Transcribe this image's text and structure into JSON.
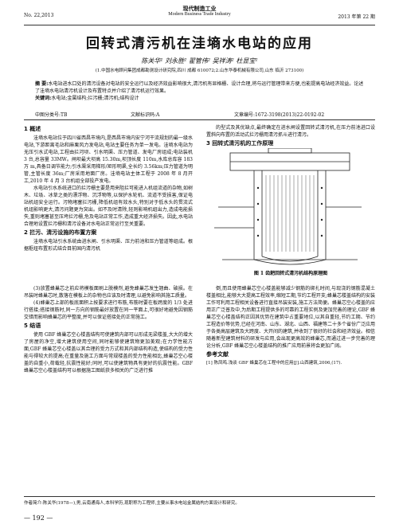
{
  "header": {
    "journal_cn": "现代制造工业",
    "journal_en": "Modern Business Trade Industry",
    "left": "No. 22,2013",
    "right": "2013 年第 22 期"
  },
  "title": "回转式清污机在洼墒水电站的应用",
  "authors": "陈关华¹  刘永胜²  翟管伟²  吴祥涛²  杜显宝²",
  "affiliation": "(1.中国水电顾问集团成都勘测设计研究院,四川 成都 610072;2.山东华泰机械有限公司,山东 临沂 273100)",
  "abstract": {
    "label": "摘  要:",
    "text": "水电站进水口处的清污设备对电站的安全运行以及经济效益影响很大,清污机有显格栅、设计合理,将与运行管理带来方便,也能提高电站经济效益。论述了洼墒水电站清污机设计及布置特点并介绍了清污机运行效果。",
    "kw_label": "关键词:",
    "keywords": "水电站;金属结构;拦污栅;清污机;结构设计"
  },
  "meta": {
    "clc": "中图分类号:TB",
    "doc_code": "文献标识码:A",
    "article_no": "文章编号:1672-3198(2013)22-0192-02"
  },
  "col1": {
    "s1": "1  概述",
    "p1": "洼墒水电站位于四川省西昌市境内,是西昌市境内安宁河干流规划的最一级水电站,下游距离毛站和麻栗风力发电站,电站主要任务为单一发电。洼墒水电站为无压引水式电站,工程由拦河坝、引水明渠、压力管道、发电厂房组成;电站装机 3 台,总容量 33MW。闸坝最大坝高 15.30m,坝顶长度 110m,水库总库容 183 万 m,具备日调节能力;引水渠采用梯形/矩形明渠,全长约 3.56km;压力管道为明管,主管长度 36m;厂房采用地面厂房。洼墒电站主体工程于 2008 年 8 月开工,2010 年 4 月 3 台机组全部投产发电。",
    "p2": "水电站引水系统进口的拦污栅主要是用来阻拦可能进入机组流道的杂物,如树木、垃圾、冰草之类的漂浮物、沉浮物等,以保护水轮机、流道不受损害,保证电站机组安全运行。污物堵塞拦污栅,降低机组有效水头,特别对于低水头的贯流式机组影响更大,清污问题更为突出。如不及时清除,轻则影响机组出力,造成电能损失,重则堵塞甚至压垮拦污栅,危及电站正常工作,造成重大经济损失。因此,水电站合理地设置拦污栅和清污设备对水电站正常运行至关重要。",
    "s2": "2  拦污、清污设施的布置方案",
    "p3": "洼墒水电站引水系统由进水闸、引水明渠、压力前池和压力管道等组成。根据枢纽布置形式结合目前国内清污机"
  },
  "col2": {
    "p1": "的型式及其优缺点,最终确定在进水闸设置回转式清污机,在压力前池进口设置斜向布置的活动式拦污栅用清污抓斗进行清污。",
    "s3": "3  回转式清污机的工作原理"
  },
  "figure": {
    "caption": "图 1   齿耙回转式清污机结构原理图"
  },
  "col3": {
    "p1": "(3)放置蜂巢芯之前应将模板面刷上脱模剂,避免蜂巢芯发生翘曲、破损。在吊装时蜂巢芯时,散落在模板上的杂物也应该及时清理,以避免影响其施工质量。",
    "p2": "(4)蜂巢芯上部的板底面积上按要求进行布筋,布筋时要在板跨度的 1/3 处进行搭接;搭接钢筋时,同一方向的钢筋最好放置在同一平面上,可很好地避免因钢筋交错而影响蜂巢芯的平整度,并可以保证搭接处的正常施工。",
    "s5": "5  结语",
    "p3": "使用 GBF 蜂巢芯空心楼盖结构可使建筑内部可以形成无梁楼盖,大大的增大了房屋的净空,增大建筑使用空间,同时能够使建筑物更加美观;在力学性能方面,GBF 蜂巢芯空心楼盖以其合理的受力方式和其内部结构构造,使结构的受力性能与得较大的提高;在重量及施工方面与常规楼盖的受力性能相比,蜂巢芯空心楼盖的自重小,荷载轻,抗震性能好;同时,可以使建筑物具有更好的抗震性能。GBF 蜂巢芯空心楼盖结构可以根据施工图纸获多相关的广泛进行推"
  },
  "col4": {
    "p1": "倒,而且使用蜂巢芯空心楼盖能够减少钢筋的绑扎时间,与现浇的钢筋混凝土楼盖相比,能够大大提高工程效率,缩短工期,节约工程开支;蜂巢芯楼盖结构的安装工作可利用工程相关设备进行直接吊装安装,施工方法简便。蜂巢芯空心楼盖的应用正广泛普及中,为后期工程提供多的可靠的工程实例及更加完善的理论,GBF 蜂巢芯空心楼盖结构正因其优势在建筑中占重要地位,以其自重轻,节约工期、节约工程造价等优势,已经在河南、山东、湖北、山西、福建等二十多个省份广泛应用于各类高层建筑及大跨度、大开间的建筑,并收到了很好的社会和经济效益。相信随着新型建筑材料的研发与应用,会出现更高效的蜂巢芯,而通过进一步完善的理论分析,GBF 蜂巢芯空心楼盖结构的推广应用前景将会更加广阔。",
    "ref_title": "参考文献",
    "ref1": "[1]  陈凤鸣.浅谈 GBF 蜂巢芯在工程中的应用[J].山西建筑,2006,(17)."
  },
  "footnote": "作者简介:陈关华(1978—),男,云南通海人,本科学历,现职称为工程师,主要从事水电站金属结构方面设计和研究。",
  "page_number": "— 192 —"
}
